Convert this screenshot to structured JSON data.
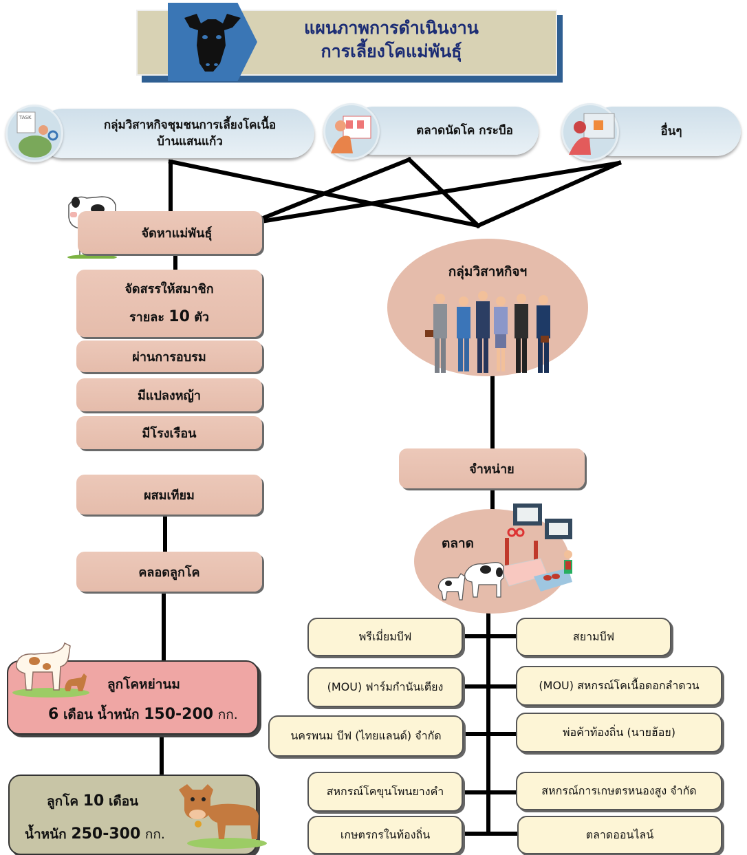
{
  "title": {
    "line1": "แผนภาพการดำเนินงาน",
    "line2": "การเลี้ยงโคแม่พันธุ์"
  },
  "sources": [
    {
      "line1": "กลุ่มวิสาหกิจชุมชนการเลี้ยงโคเนื้อ",
      "line2": "บ้านแสนแก้ว",
      "icon": "task-inspector-icon"
    },
    {
      "line1": "ตลาดนัดโค กระบือ",
      "icon": "market-shopper-icon"
    },
    {
      "line1": "อื่นๆ",
      "icon": "presentation-woman-icon"
    }
  ],
  "process": {
    "procure": "จัดหาแม่พันธุ์",
    "allocate_line1": "จัดสรรให้สมาชิก",
    "allocate_line2_prefix": "รายละ",
    "allocate_count": "10",
    "allocate_unit": "ตัว",
    "training": "ผ่านการอบรม",
    "grass": "มีแปลงหญ้า",
    "shed": "มีโรงเรือน",
    "insemination": "ผสมเทียม",
    "birth": "คลอดลูกโค"
  },
  "weaned_calf": {
    "line1": "ลูกโคหย่านม",
    "age": "6",
    "age_unit": "เดือน",
    "weight_label": "น้ำหนัก",
    "weight": "150-200",
    "weight_unit": "กก."
  },
  "calf_10m": {
    "line1_prefix": "ลูกโค",
    "age": "10",
    "age_unit": "เดือน",
    "weight_label": "น้ำหนัก",
    "weight": "250-300",
    "weight_unit": "กก."
  },
  "enterprise": {
    "label": "กลุ่มวิสาหกิจฯ"
  },
  "distribution": {
    "label": "จำหน่าย"
  },
  "market": {
    "label": "ตลาด"
  },
  "buyers_left": [
    "พรีเมี่ยมบีฟ",
    "(MOU) ฟาร์มกำนันเตียง",
    "นครพนม บีฟ (ไทยแลนด์) จำกัด",
    "สหกรณ์โคขุนโพนยางคำ",
    "เกษตรกรในท้องถิ่น"
  ],
  "buyers_right": [
    "สยามบีฟ",
    "(MOU) สหกรณ์โคเนื้อดอกลำดวน",
    "พ่อค้าท้องถิ่น (นายฮ้อย)",
    "สหกรณ์การเกษตรหนองสูง จำกัด",
    "ตลาดออนไลน์"
  ],
  "colors": {
    "title_text": "#1b2c74",
    "process_box": "#e5bcab",
    "buyer_box": "#fdf5d6",
    "weaned_box": "#efa6a4",
    "calf_box": "#c8c5a6"
  }
}
